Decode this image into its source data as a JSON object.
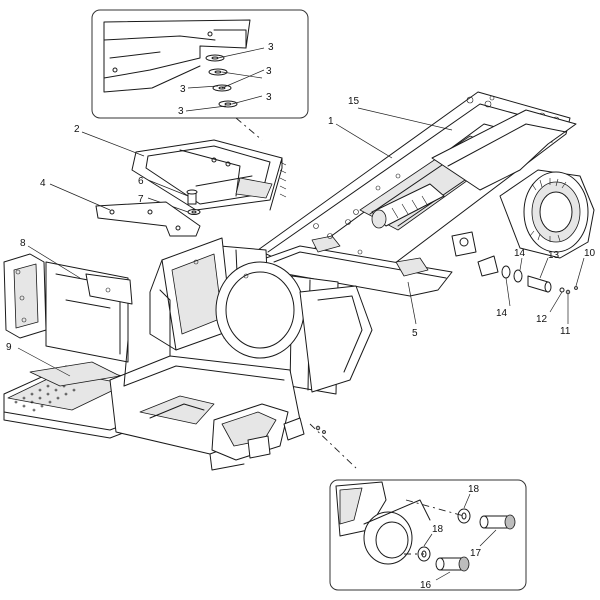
{
  "callouts": {
    "c1": "1",
    "c2": "2",
    "c3a": "3",
    "c3b": "3",
    "c3c": "3",
    "c3d": "3",
    "c4": "4",
    "c5": "5",
    "c6": "6",
    "c7": "7",
    "c8": "8",
    "c9": "9",
    "c10": "10",
    "c11": "11",
    "c12": "12",
    "c13": "13",
    "c14a": "14",
    "c14b": "14",
    "c15": "15",
    "c16": "16",
    "c17": "17",
    "c18a": "18",
    "c18b": "18"
  },
  "colors": {
    "line": "#1a1a1a",
    "shade": "#e6e6e6",
    "background": "#ffffff"
  }
}
